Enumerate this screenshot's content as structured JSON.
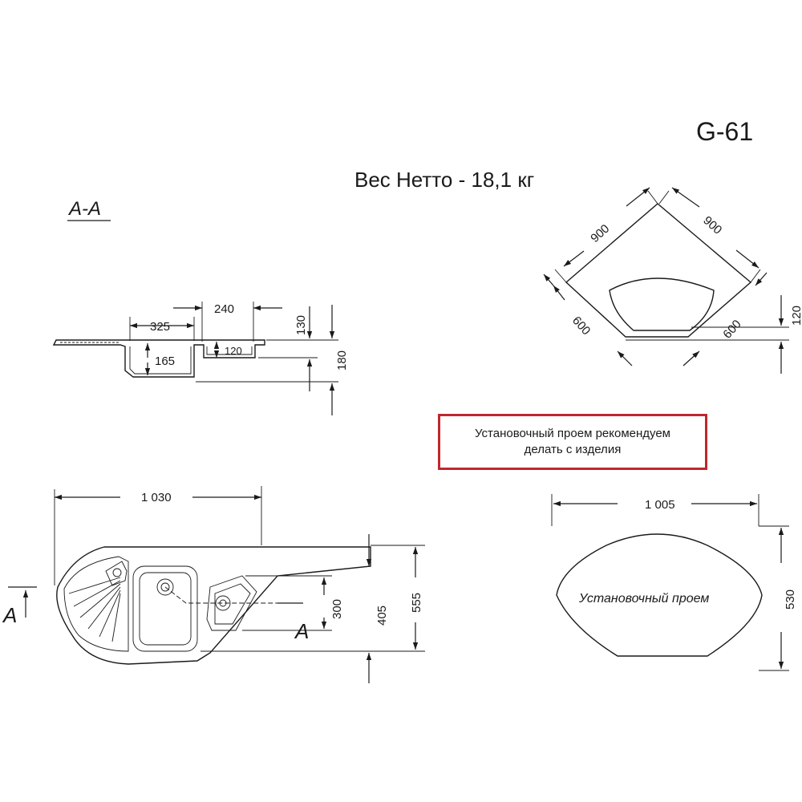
{
  "title": {
    "model": "G-61",
    "weight": "Вес Нетто - 18,1 кг"
  },
  "section": {
    "label": "A-A",
    "dims": {
      "d325": "325",
      "d240": "240",
      "d130": "130",
      "d165": "165",
      "d120": "120",
      "d180": "180"
    }
  },
  "corner_view": {
    "dims": {
      "side_left": "900",
      "side_right": "900",
      "edge_left": "600",
      "edge_right": "600",
      "depth": "120"
    }
  },
  "note": {
    "line1": "Установочный проем рекомендуем",
    "line2": "делать с изделия"
  },
  "top_view": {
    "section_mark_left": "A",
    "section_mark_right": "A",
    "dims": {
      "width": "1 030",
      "bowl": "300",
      "mid": "405",
      "depth": "555"
    }
  },
  "cutout": {
    "label": "Установочный проем",
    "dims": {
      "width": "1 005",
      "depth": "530"
    }
  },
  "colors": {
    "line": "#1a1a1a",
    "note_border": "#c0272d"
  }
}
